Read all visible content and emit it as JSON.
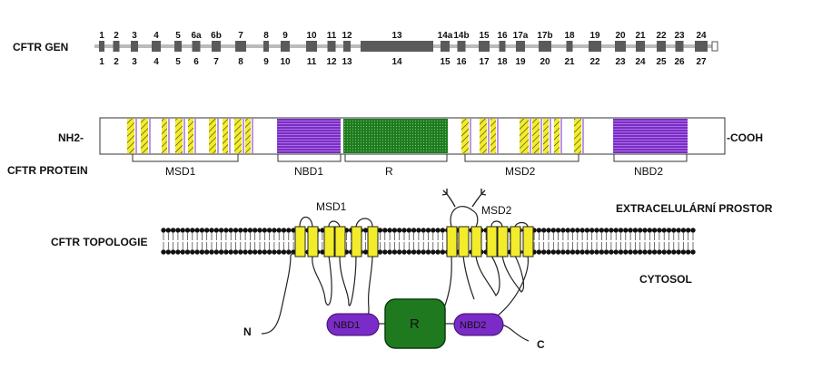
{
  "labels": {
    "gene": "CFTR GEN",
    "protein": "CFTR PROTEIN",
    "topology": "CFTR TOPOLOGIE",
    "nh2": "NH2-",
    "cooh": "-COOH",
    "extracellular": "EXTRACELULÁRNÍ PROSTOR",
    "cytosol": "CYTOSOL",
    "n_term": "N",
    "c_term": "C"
  },
  "exons_old": [
    "1",
    "2",
    "3",
    "4",
    "5",
    "6a",
    "6b",
    "7",
    "8",
    "9",
    "10",
    "11",
    "12",
    "13",
    "14a",
    "14b",
    "15",
    "16",
    "17a",
    "17b",
    "18",
    "19",
    "20",
    "21",
    "22",
    "23",
    "24"
  ],
  "exons_new": [
    "1",
    "2",
    "3",
    "4",
    "5",
    "6",
    "7",
    "8",
    "9",
    "10",
    "11",
    "12",
    "13",
    "14",
    "15",
    "16",
    "17",
    "18",
    "19",
    "20",
    "21",
    "22",
    "23",
    "24",
    "25",
    "26",
    "27"
  ],
  "protein_domains": {
    "msd1": "MSD1",
    "nbd1": "NBD1",
    "r": "R",
    "msd2": "MSD2",
    "nbd2": "NBD2"
  },
  "topology_labels": {
    "msd1": "MSD1",
    "msd2": "MSD2",
    "nbd1": "NBD1",
    "r": "R",
    "nbd2": "NBD2"
  },
  "colors": {
    "exon": "#5a5a5a",
    "helix": "#f3ec2a",
    "nbd": "#7b2bc8",
    "r_domain": "#1f7a1f",
    "membrane": "#111111"
  }
}
